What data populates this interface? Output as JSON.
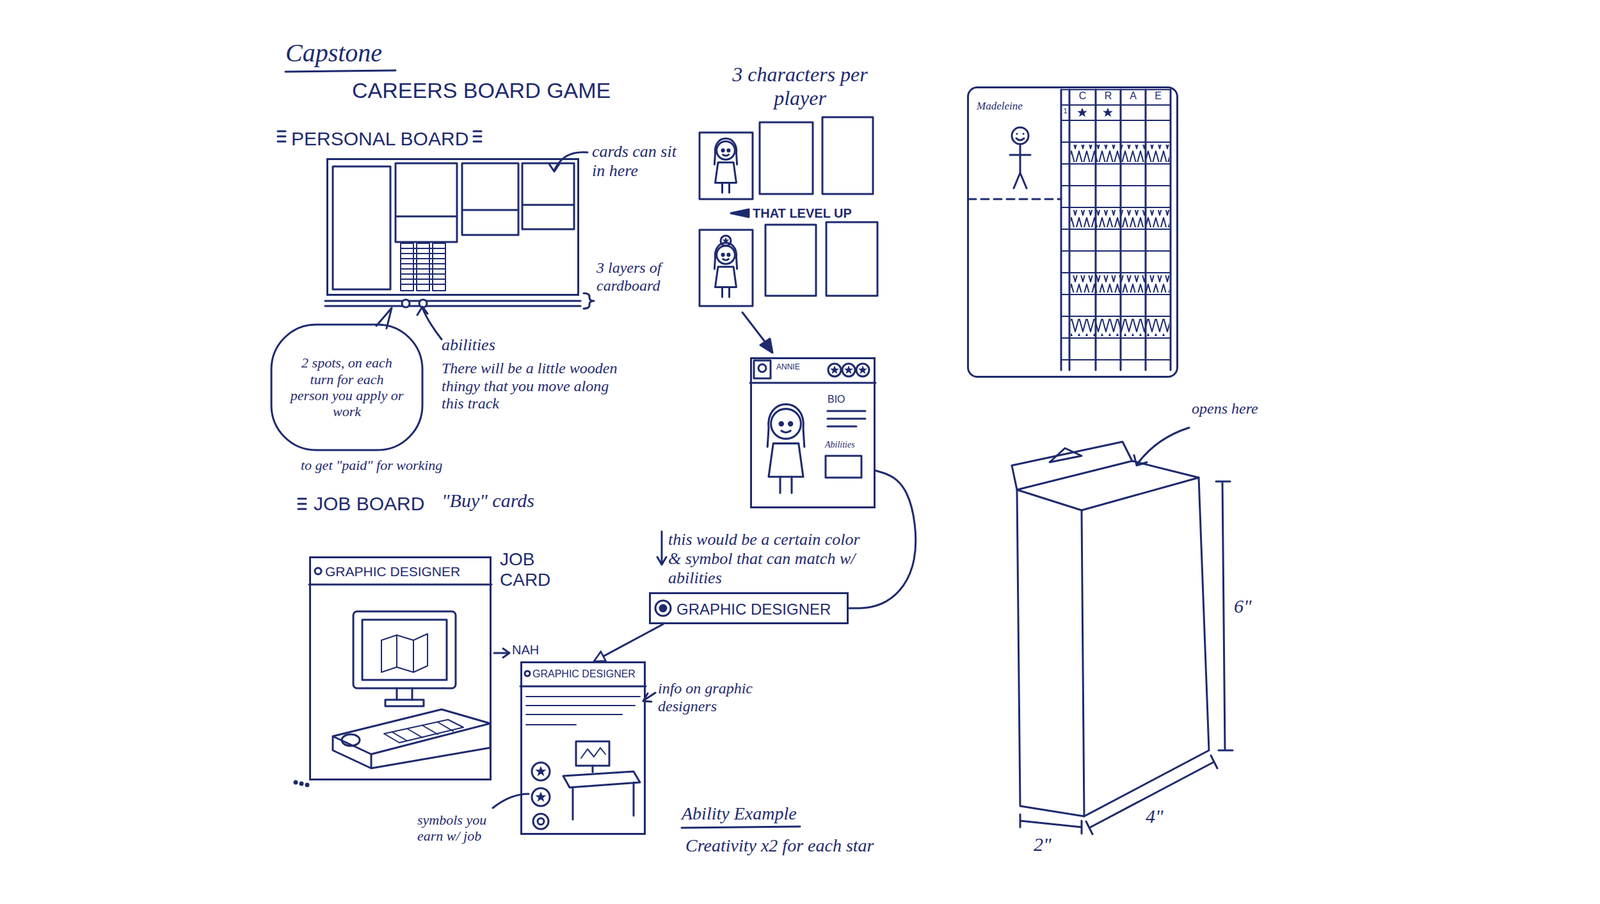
{
  "diagram": {
    "title": "Capstone",
    "nodes": [
      {
        "text": [
          "PERSONAL BOARD"
        ]
      },
      {
        "text": [
          "2 spots, on each turn for each person you apply or work"
        ]
      },
      {
        "text": [
          "ANNIE",
          "BIO",
          "Abilities"
        ]
      },
      {
        "text": [
          "GRAPHIC DESIGNER",
          "JOB CARD"
        ]
      },
      {
        "text": [
          "GRAPHIC DESIGNER"
        ]
      },
      {
        "text": [
          "GRAPHIC DESIGNER"
        ]
      },
      {
        "text": [
          "Madeleine"
        ]
      }
    ],
    "edges": [
      {
        "from": 2,
        "to": 4,
        "arrow": "none"
      },
      {
        "from": 4,
        "to": 5,
        "arrow": "to"
      }
    ],
    "labels": [
      "CAREERS BOARD GAME",
      "cards can sit in here",
      "3 layers of cardboard",
      "abilities",
      "There will be a little wooden thingy that you move along this track",
      "to get \"paid\" for working",
      "3 characters per player",
      "THAT LEVEL UP",
      "JOB BOARD",
      "\"Buy\" cards",
      "NAH",
      "this would be a certain color & symbol that can match w/ abilities",
      "info on graphic designers",
      "symbols you earn w/ job",
      "Ability Example",
      "Creativity x2 for each star",
      "C",
      "R",
      "A",
      "E",
      "1",
      "opens here",
      "6\"",
      "4\"",
      "2\""
    ]
  }
}
